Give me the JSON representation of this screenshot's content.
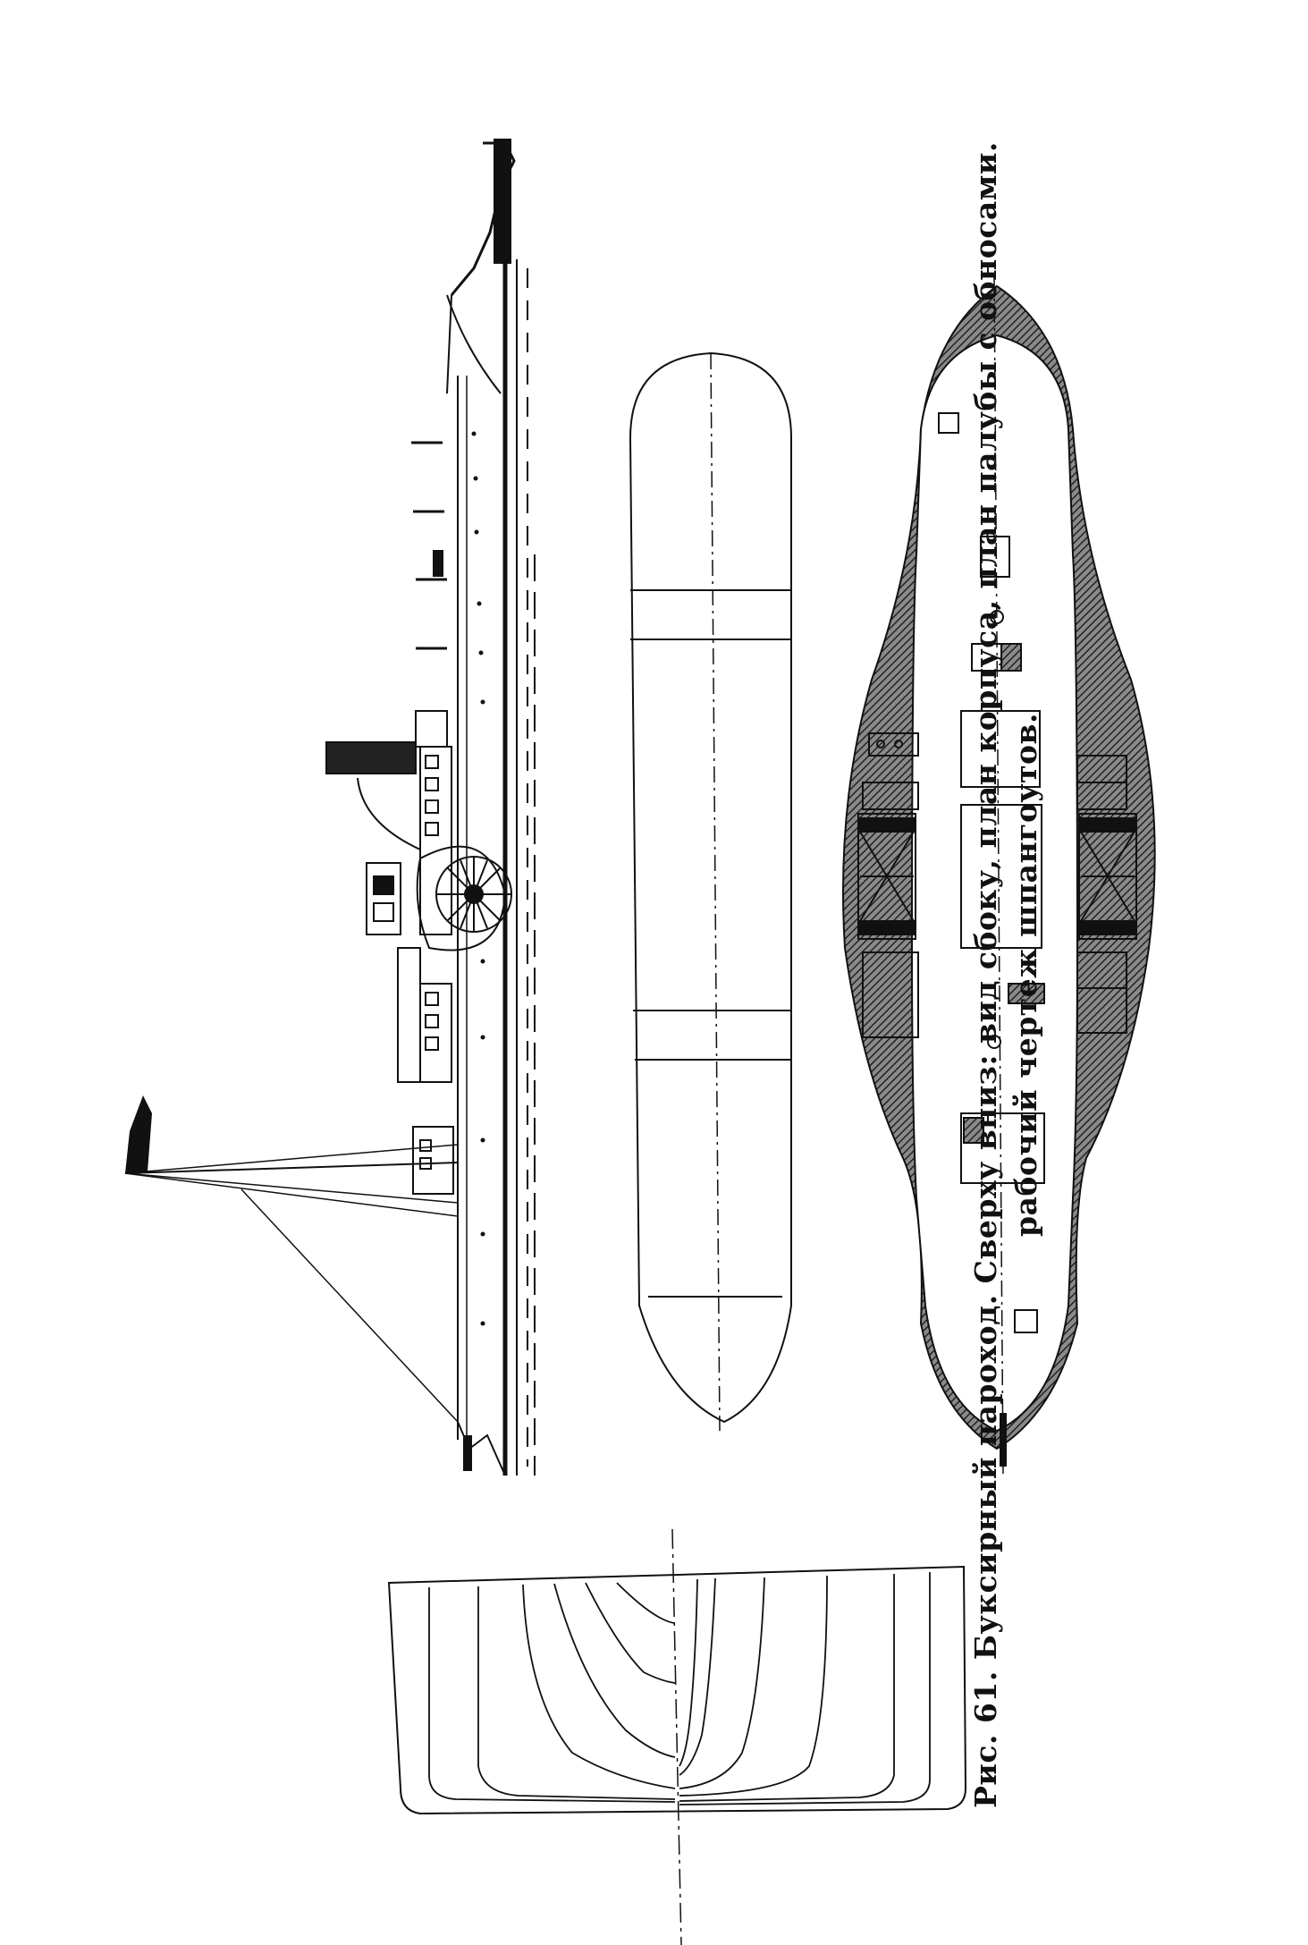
{
  "caption": {
    "figure_number": "Рис. 61.",
    "title": "Буксирный пароход.",
    "text_line1": "Сверху вниз: вид сбоку, план корпуса, план палубы с обносами.",
    "text_line2": "рабочий чертеж шпангоутов."
  },
  "colors": {
    "ink": "#111111",
    "paper": "#ffffff",
    "hatch": "#444444"
  }
}
